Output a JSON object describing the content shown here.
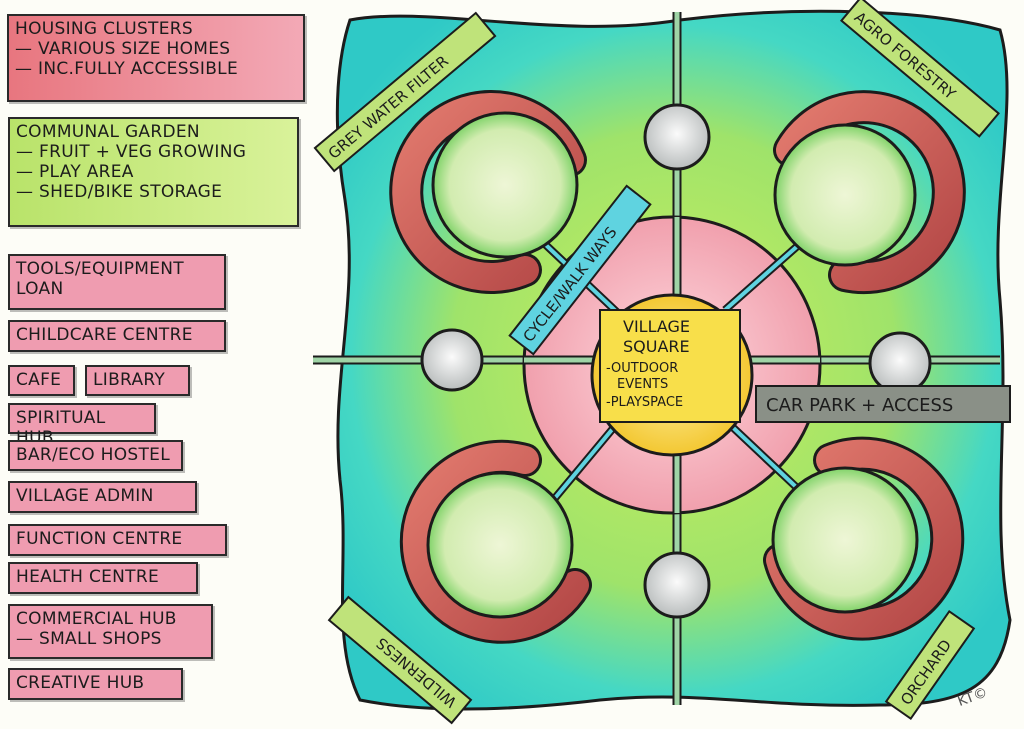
{
  "legend": {
    "housing": {
      "title": "Housing Clusters",
      "line1": "— Various Size Homes",
      "line2": "— Inc.Fully Accessible"
    },
    "communal": {
      "title": "Communal Garden",
      "line1": "— Fruit + Veg Growing",
      "line2": "— Play Area",
      "line3": "— Shed/Bike Storage"
    },
    "tools": {
      "line1": "Tools/Equipment",
      "line2": "Loan"
    },
    "childcare": "Childcare Centre",
    "cafe": "Cafe",
    "library": "Library",
    "spiritual": "Spiritual Hub",
    "bar": "Bar/Eco Hostel",
    "admin": "Village Admin",
    "function": "Function Centre",
    "health": "Health Centre",
    "commercial": {
      "title": "Commercial Hub",
      "line1": "— Small Shops"
    },
    "creative": "Creative Hub"
  },
  "map": {
    "grey_water": "Grey Water Filter",
    "agro": "Agro Forestry",
    "cycle": "Cycle/Walk Ways",
    "village": {
      "title1": "Village",
      "title2": "Square",
      "line1": "-Outdoor",
      "line2": "Events",
      "line3": "-Playspace"
    },
    "car_park": "Car Park + Access",
    "wilderness": "Wilderness",
    "orchard": "Orchard",
    "signature": "KT©"
  },
  "colors": {
    "pink": "#ef9cb0",
    "green": "#b9e36a",
    "teal": "#3fd6c8",
    "yellow": "#f6d23a",
    "red_arc": "#c94f4a",
    "grey_label": "#8a9087"
  }
}
